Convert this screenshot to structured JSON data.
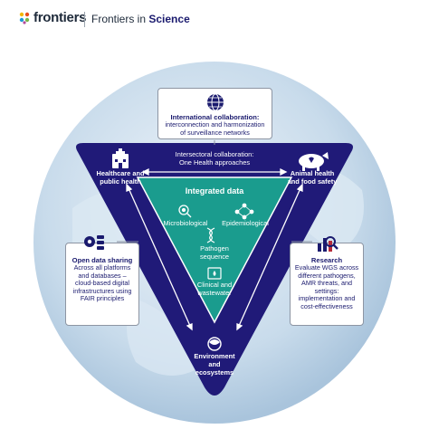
{
  "header": {
    "brand": "frontiers",
    "journal_prefix": "Frontiers in",
    "journal_name": "Science"
  },
  "colors": {
    "navy": "#201a78",
    "teal": "#1a9c8e",
    "globe": "#c9dcec",
    "card_border": "#8d95a3"
  },
  "icons": [
    "globe-icon",
    "hospital-icon",
    "pig-icon",
    "gears-cloud-icon",
    "research-chart-icon",
    "microscope-icon",
    "network-icon",
    "dna-icon",
    "water-icon",
    "environment-icon",
    "double-arrow-icon"
  ],
  "international": {
    "title": "International collaboration:",
    "desc": "interconnection and harmonization of surveillance networks"
  },
  "intersectoral": {
    "line1": "Intersectoral collaboration:",
    "line2": "One Health approaches"
  },
  "healthcare": {
    "line1": "Healthcare and",
    "line2": "public health"
  },
  "animal": {
    "line1": "Animal health",
    "line2": "and food safety"
  },
  "integrated": {
    "title": "Integrated data",
    "microbiological": "Microbiological",
    "epidemiological": "Epidemiological",
    "pathogen1": "Pathogen",
    "pathogen2": "sequence",
    "clinical1": "Clinical and",
    "clinical2": "wastewater"
  },
  "open_data": {
    "title": "Open data sharing",
    "desc": "Across all platforms and databases – cloud-based digital infrastructures using FAIR principles"
  },
  "research": {
    "title": "Research",
    "desc": "Evaluate WGS across different pathogens, AMR threats, and settings: implementation and cost-effectiveness"
  },
  "environment": {
    "line1": "Environment",
    "line2": "and",
    "line3": "ecosystems"
  }
}
